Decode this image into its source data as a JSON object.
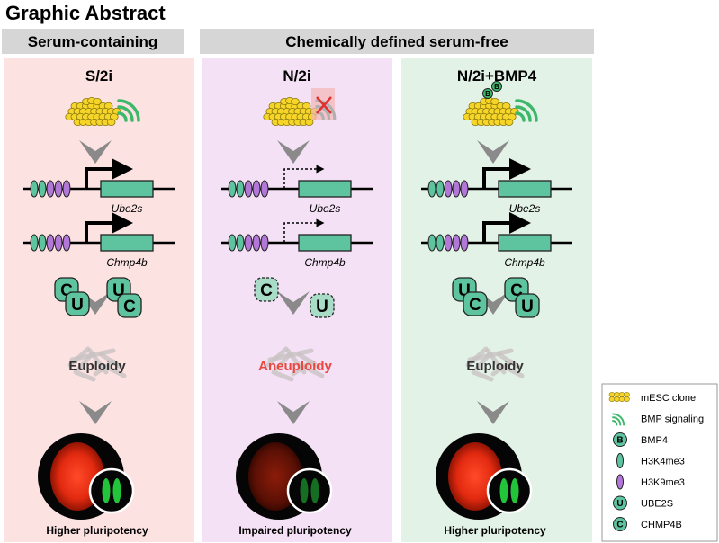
{
  "title": "Graphic Abstract",
  "headers": {
    "serum": "Serum-containing",
    "serum_free": "Chemically defined serum-free"
  },
  "colors": {
    "panel_s2i": "#fde2e2",
    "panel_n2i": "#f5e1f5",
    "panel_bmp4": "#e3f2e6",
    "header_bar": "#d6d6d6",
    "gene_box": "#5ec4a0",
    "h3k4me3": "#5ec4a0",
    "h3k9me3": "#b277d8",
    "bmp_signal": "#3db86a",
    "cell": "#f6d428",
    "aneuploidy_text": "#e8483e",
    "euploidy_text": "#333333"
  },
  "panels": [
    {
      "id": "s2i",
      "label": "S/2i",
      "signal_state": "active",
      "bmp4_ligand": false,
      "genes": [
        {
          "name": "Ube2s",
          "transcription": "high"
        },
        {
          "name": "Chmp4b",
          "transcription": "high"
        }
      ],
      "proteins": [
        {
          "letter": "C",
          "level": "high"
        },
        {
          "letter": "U",
          "level": "high"
        },
        {
          "letter": "U",
          "level": "high"
        },
        {
          "letter": "C",
          "level": "high"
        }
      ],
      "outcome": "Euploidy",
      "pluripotency": "Higher pluripotency",
      "embryo_brightness": "bright"
    },
    {
      "id": "n2i",
      "label": "N/2i",
      "signal_state": "blocked",
      "bmp4_ligand": false,
      "genes": [
        {
          "name": "Ube2s",
          "transcription": "low"
        },
        {
          "name": "Chmp4b",
          "transcription": "low"
        }
      ],
      "proteins": [
        {
          "letter": "C",
          "level": "low"
        },
        {
          "letter": "U",
          "level": "low"
        }
      ],
      "outcome": "Aneuploidy",
      "pluripotency": "Impaired pluripotency",
      "embryo_brightness": "dim"
    },
    {
      "id": "bmp4",
      "label": "N/2i+BMP4",
      "signal_state": "active",
      "bmp4_ligand": true,
      "genes": [
        {
          "name": "Ube2s",
          "transcription": "high"
        },
        {
          "name": "Chmp4b",
          "transcription": "high"
        }
      ],
      "proteins": [
        {
          "letter": "U",
          "level": "high"
        },
        {
          "letter": "C",
          "level": "high"
        },
        {
          "letter": "C",
          "level": "high"
        },
        {
          "letter": "U",
          "level": "high"
        }
      ],
      "outcome": "Euploidy",
      "pluripotency": "Higher pluripotency",
      "embryo_brightness": "bright"
    }
  ],
  "legend": [
    {
      "icon": "mesc-clone",
      "label": "mESC clone"
    },
    {
      "icon": "bmp-signal",
      "label": "BMP signaling"
    },
    {
      "icon": "bmp4-ligand",
      "label": "BMP4",
      "badge": "B"
    },
    {
      "icon": "h3k4me3-mark",
      "label": "H3K4me3"
    },
    {
      "icon": "h3k9me3-mark",
      "label": "H3K9me3"
    },
    {
      "icon": "ube2s-protein",
      "label": "UBE2S",
      "badge": "U"
    },
    {
      "icon": "chmp4b-protein",
      "label": "CHMP4B",
      "badge": "C"
    }
  ]
}
